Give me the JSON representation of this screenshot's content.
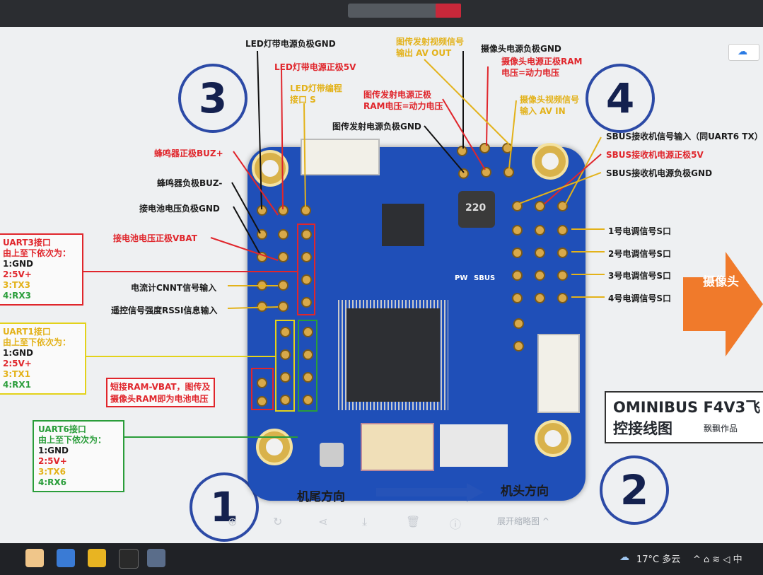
{
  "banner": {
    "line1": "OMINIBUS F4V3飞",
    "line2": "控接线图",
    "author": "飘飘作品"
  },
  "markers": [
    "3",
    "4",
    "1",
    "2"
  ],
  "direction": {
    "tail": "机尾方向",
    "head": "机头方向",
    "camera": "摄像头"
  },
  "left_labels": {
    "led_gnd": "LED灯带电源负极GND",
    "led_5v": "LED灯带电源正极5V",
    "led_s": "LED灯带编程",
    "led_s2": "接口 S",
    "buz_plus": "蜂鸣器正极BUZ+",
    "buz_minus": "蜂鸣器负极BUZ-",
    "bat_gnd": "接电池电压负极GND",
    "vbat": "接电池电压正极VBAT",
    "cnnt": "电流计CNNT信号输入",
    "rssi": "遥控信号强度RSSI信息输入",
    "short_ram": "短接RAM-VBAT，图传及",
    "short_ram2": "摄像头RAM即为电池电压"
  },
  "top_labels": {
    "vtx_av_out": "图传发射视频信号",
    "vtx_av_out2": "输出 AV OUT",
    "cam_gnd": "摄像头电源负极GND",
    "cam_ram": "摄像头电源正极RAM",
    "cam_ram2": "电压=动力电压",
    "vtx_ram": "图传发射电源正极",
    "vtx_ram2": "RAM电压=动力电压",
    "cam_av_in": "摄像头视频信号",
    "cam_av_in2": "输入 AV IN",
    "vtx_gnd": "图传发射电源负极GND"
  },
  "right_labels": {
    "sbus_sig": "SBUS接收机信号输入（同UART6 TX）",
    "sbus_5v": "SBUS接收机电源正极5V",
    "sbus_gnd": "SBUS接收机电源负极GND",
    "esc1": "1号电调信号S口",
    "esc2": "2号电调信号S口",
    "esc3": "3号电调信号S口",
    "esc4": "4号电调信号S口"
  },
  "uart3": {
    "title": "UART3接口",
    "sub": "由上至下依次为：",
    "p1": "1:GND",
    "p2": "2:5V+",
    "p3": "3:TX3",
    "p4": "4:RX3"
  },
  "uart1": {
    "title": "UART1接口",
    "sub": "由上至下依次为：",
    "p1": "1:GND",
    "p2": "2:5V+",
    "p3": "3:TX1",
    "p4": "4:RX1"
  },
  "uart6": {
    "title": "UART6接口",
    "sub": "由上至下依次为：",
    "p1": "1:GND",
    "p2": "2:5V+",
    "p3": "3:TX6",
    "p4": "4:RX6"
  },
  "board_marks": {
    "pw": "PW",
    "sbus": "SBUS",
    "inductor": "220"
  },
  "viewer": {
    "expand": "展开缩略图 ^"
  },
  "taskbar": {
    "weather": "17°C 多云"
  }
}
